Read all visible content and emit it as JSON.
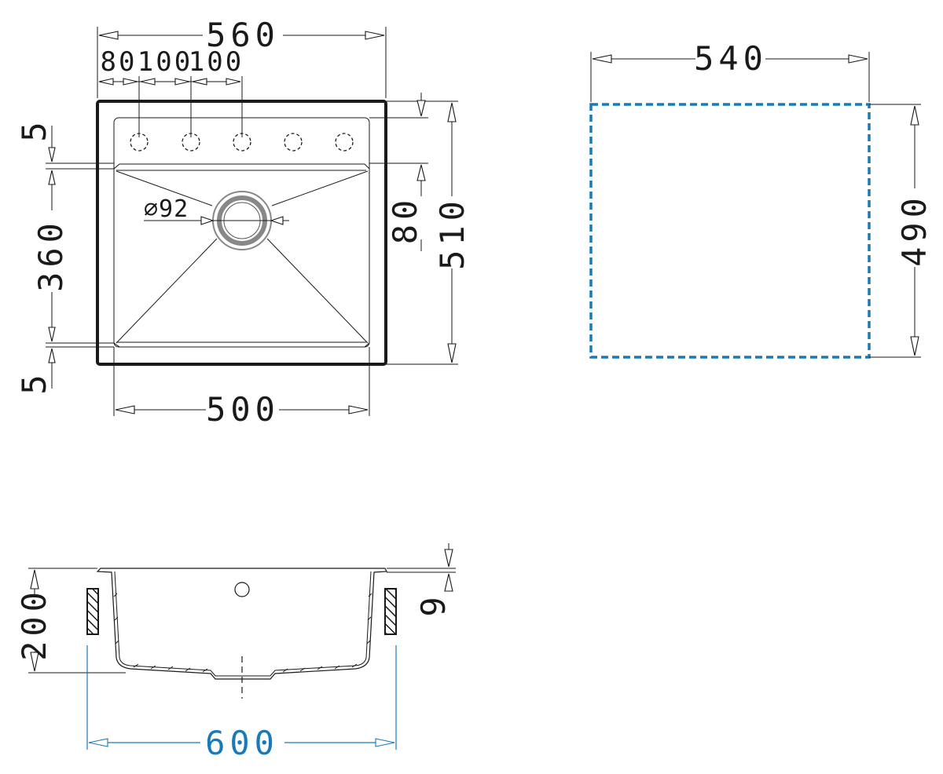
{
  "top_view": {
    "overall_width": "560",
    "hole_spacing_1": "80",
    "hole_spacing_2": "100",
    "hole_spacing_3": "100",
    "top_margin": "5",
    "bowl_depth": "360",
    "bottom_margin": "5",
    "drain_diameter": "∅92",
    "drain_offset": "80",
    "overall_depth": "510",
    "bowl_width": "500"
  },
  "cutout_view": {
    "width": "540",
    "depth": "490",
    "outline_color": "#1a7ab8"
  },
  "section_view": {
    "height": "200",
    "rim_thickness": "9",
    "cabinet_width": "600",
    "cabinet_color": "#1a7ab8"
  }
}
